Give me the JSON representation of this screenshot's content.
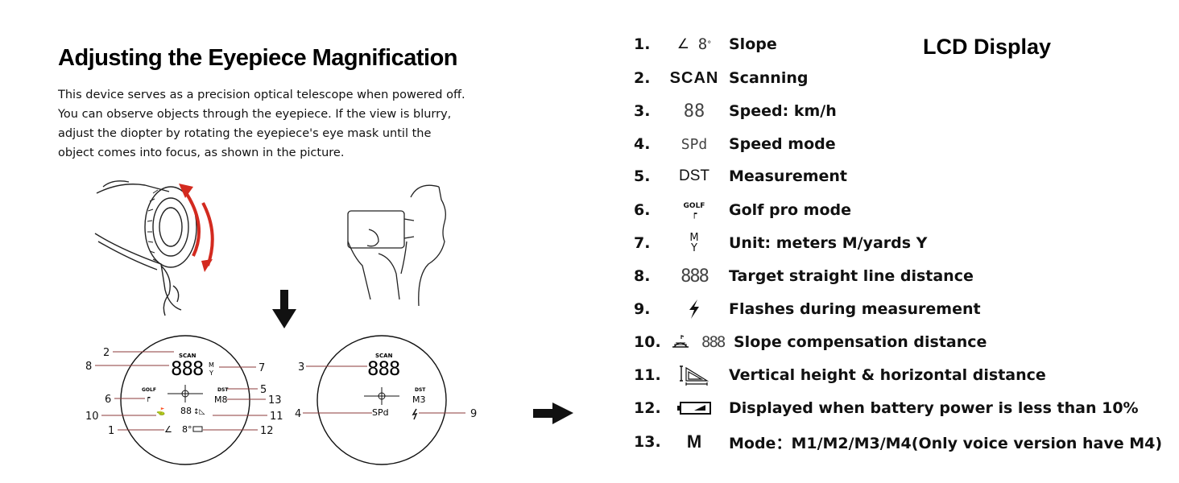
{
  "heading": "Adjusting the Eyepiece Magnification",
  "intro": [
    "This device serves as a precision optical telescope when powered off.",
    "You can observe objects through the eyepiece. If the view is blurry,",
    "adjust the diopter by rotating the eyepiece's eye mask until the",
    "object comes into focus, as shown in the picture."
  ],
  "lcd_title": "LCD Display",
  "legend": [
    {
      "num": "1.",
      "symbol": "∠  8°",
      "icon": "slope-angle-icon",
      "desc": "Slope"
    },
    {
      "num": "2.",
      "symbol": "SCAN",
      "icon": "scan-text-icon",
      "desc": "Scanning"
    },
    {
      "num": "3.",
      "symbol": "88",
      "icon": "two-digit-segment-icon",
      "desc": "Speed: km/h"
    },
    {
      "num": "4.",
      "symbol": "SPd",
      "icon": "speed-segment-icon",
      "desc": "Speed mode"
    },
    {
      "num": "5.",
      "symbol": "DST",
      "icon": "dst-text-icon",
      "desc": "Measurement"
    },
    {
      "num": "6.",
      "symbol": "GOLF",
      "icon": "golf-flag-icon",
      "desc": "Golf pro mode"
    },
    {
      "num": "7.",
      "symbol": "M Y",
      "icon": "unit-icon",
      "desc": "Unit: meters M/yards Y"
    },
    {
      "num": "8.",
      "symbol": "888",
      "icon": "three-digit-segment-icon",
      "desc": "Target straight line distance"
    },
    {
      "num": "9.",
      "symbol": "",
      "icon": "lightning-icon",
      "desc": "Flashes during measurement"
    },
    {
      "num": "10.",
      "symbol": "888",
      "icon": "slope-compensation-icon",
      "desc": "Slope compensation distance"
    },
    {
      "num": "11.",
      "symbol": "",
      "icon": "height-distance-icon",
      "desc": "Vertical height & horizontal distance"
    },
    {
      "num": "12.",
      "symbol": "",
      "icon": "battery-low-icon",
      "desc": "Displayed when battery power is less than 10%"
    },
    {
      "num": "13.",
      "symbol": "M",
      "icon": "mode-m-icon",
      "desc": "Mode：M1/M2/M3/M4(Only voice version have M4)"
    }
  ],
  "callouts": [
    "1",
    "2",
    "3",
    "4",
    "5",
    "6",
    "7",
    "8",
    "9",
    "10",
    "11",
    "12",
    "13"
  ],
  "lcd_left": {
    "scan": "SCAN",
    "digits": "888",
    "unit_m": "M",
    "unit_y": "Y",
    "golf": "GOLF",
    "dst": "DST",
    "mode": "M8",
    "small": "88",
    "deg": "8°"
  },
  "lcd_right": {
    "scan": "SCAN",
    "digits": "888",
    "dst": "DST",
    "mode": "M3",
    "spd": "SPd"
  }
}
